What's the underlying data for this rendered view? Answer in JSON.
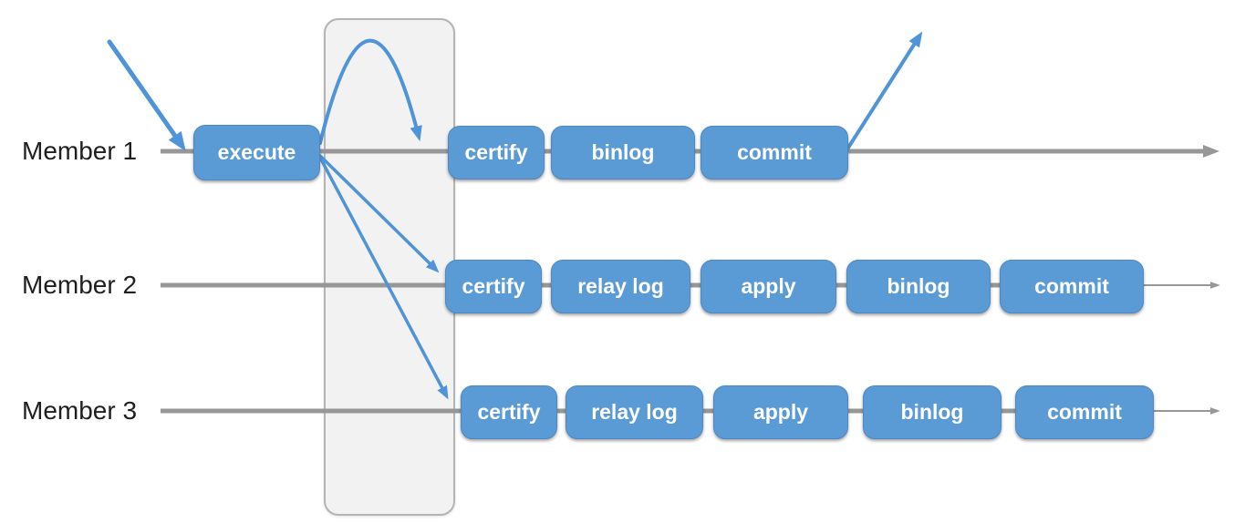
{
  "colors": {
    "stage_box": "#5b9bd5",
    "stage_text": "#ffffff",
    "arrow_blue": "#4f94d8",
    "timeline_gray": "#979797",
    "band_fill": "#f2f2f2",
    "band_border": "#b4b4b4",
    "member_label": "#1f1f1f"
  },
  "rows": [
    {
      "label": "Member 1",
      "stages": [
        "execute",
        "certify",
        "binlog",
        "commit"
      ]
    },
    {
      "label": "Member 2",
      "stages": [
        "certify",
        "relay log",
        "apply",
        "binlog",
        "commit"
      ]
    },
    {
      "label": "Member 3",
      "stages": [
        "certify",
        "relay log",
        "apply",
        "binlog",
        "commit"
      ]
    }
  ]
}
